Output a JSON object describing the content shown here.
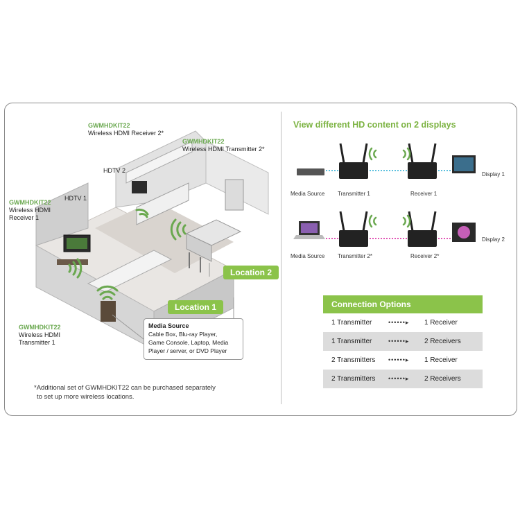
{
  "left": {
    "labels": {
      "receiver2_model": "GWMHDKIT22",
      "receiver2_name": "Wireless HDMI Receiver 2*",
      "transmitter2_model": "GWMHDKIT22",
      "transmitter2_name": "Wireless HDMI Transmitter 2*",
      "hdtv2": "HDTV 2",
      "hdtv1": "HDTV 1",
      "receiver1_model": "GWMHDKIT22",
      "receiver1_line1": "Wireless HDMI",
      "receiver1_line2": "Receiver 1",
      "transmitter1_model": "GWMHDKIT22",
      "transmitter1_line1": "Wireless HDMI",
      "transmitter1_line2": "Transmitter 1"
    },
    "location1": "Location 1",
    "location2": "Location 2",
    "media_source": {
      "title": "Media Source",
      "line1": "Cable Box, Blu-ray Player,",
      "line2": "Game Console, Laptop, Media",
      "line3": "Player / server, or DVD Player"
    },
    "note_line1": "*Additional set of GWMHDKIT22 can be purchased separately",
    "note_line2": "to set up more wireless locations."
  },
  "right": {
    "title": "View different HD content on 2 displays",
    "row1": {
      "source": "Media Source",
      "transmitter": "Transmitter 1",
      "receiver": "Receiver 1",
      "display": "Display 1"
    },
    "row2": {
      "source": "Media Source",
      "transmitter": "Transmitter 2*",
      "receiver": "Receiver 2*",
      "display": "Display 2"
    },
    "link_colors": {
      "row1": "#5bc0de",
      "row2": "#e055b5"
    },
    "connection": {
      "title": "Connection Options",
      "rows": [
        {
          "from": "1 Transmitter",
          "to": "1 Receiver"
        },
        {
          "from": "1 Transmitter",
          "to": "2 Receivers"
        },
        {
          "from": "2 Transmitters",
          "to": "1 Receiver"
        },
        {
          "from": "2 Transmitters",
          "to": "2 Receivers"
        }
      ]
    }
  },
  "colors": {
    "accent": "#8bc34a",
    "model_text": "#6aa84f"
  }
}
